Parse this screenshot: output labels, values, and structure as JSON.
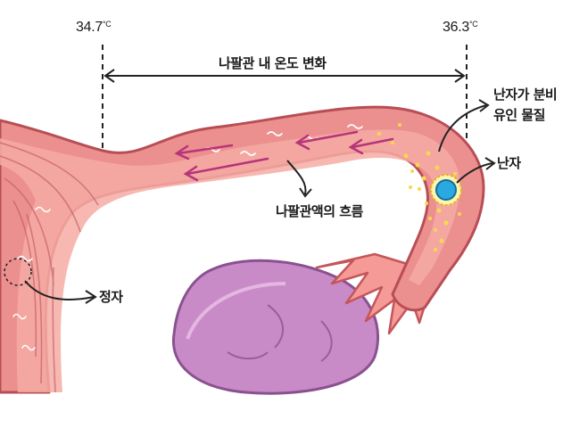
{
  "temp_left": {
    "value": "34.7",
    "unit": "°C"
  },
  "temp_right": {
    "value": "36.3",
    "unit": "°C"
  },
  "labels": {
    "temp_change": "나팔관 내 온도 변화",
    "attractant_line1": "난자가 분비",
    "attractant_line2": "유인 물질",
    "egg": "난자",
    "fluid_flow": "나팔관액의 흐름",
    "sperm": "정자"
  },
  "colors": {
    "tube_outer": "#ec8f8f",
    "tube_inner": "#f6aca4",
    "ovary": "#c98bc7",
    "flow_arrows": "#b6347a",
    "egg": "#2aa9e0",
    "attractant_dots": "#f7d94a"
  }
}
